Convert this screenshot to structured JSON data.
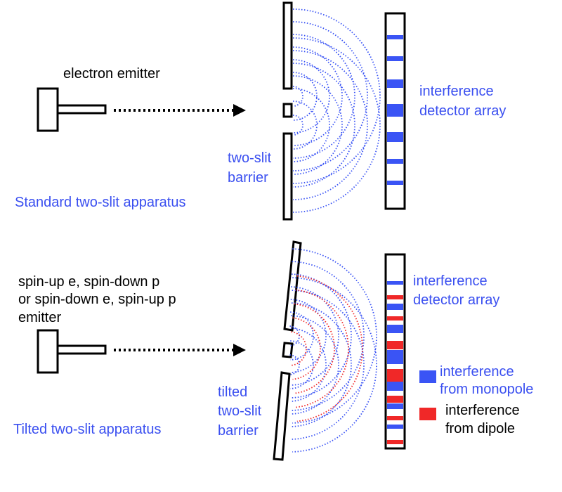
{
  "colors": {
    "blue": "#3a54f5",
    "red": "#f02828",
    "label_blue": "#3a4ff0",
    "outline": "#000000"
  },
  "top": {
    "emitter_label": "electron emitter",
    "detector_label_line1": "interference",
    "detector_label_line2": "detector array",
    "barrier_label_line1": "two-slit",
    "barrier_label_line2": "barrier",
    "apparatus_title": "Standard two-slit apparatus"
  },
  "bottom": {
    "emitter_label_line1": "spin-up e, spin-down p",
    "emitter_label_line2": "or spin-down e, spin-up p",
    "emitter_label_line3": "emitter",
    "detector_label_line1": "interference",
    "detector_label_line2": "detector array",
    "barrier_label_line1": "tilted",
    "barrier_label_line2": "two-slit",
    "barrier_label_line3": "barrier",
    "apparatus_title": "Tilted two-slit apparatus"
  },
  "legend": {
    "monopole_line1": "interference",
    "monopole_line2": "from monopole",
    "dipole_line1": "interference",
    "dipole_line2": "from dipole"
  },
  "icons": {
    "emitter": "rectangle-emitter-icon",
    "arrow": "dotted-arrow-icon",
    "legend_blue": "blue-swatch-icon",
    "legend_red": "red-swatch-icon"
  }
}
